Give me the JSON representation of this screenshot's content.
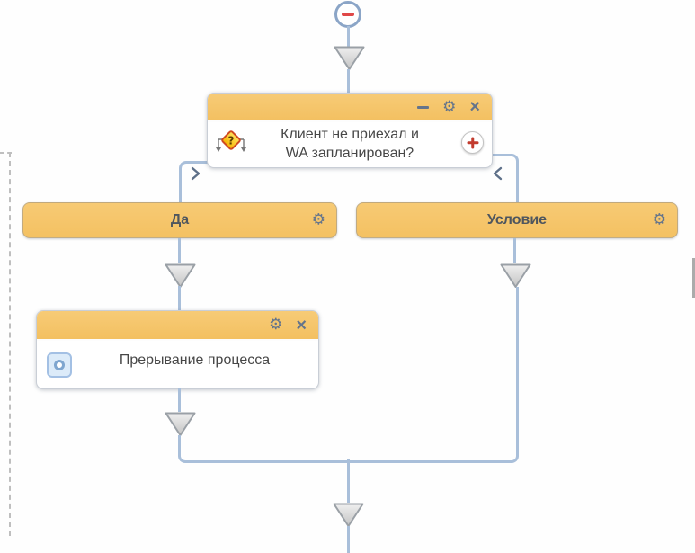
{
  "icons": {
    "settings": "⚙",
    "close": "×"
  },
  "colors": {
    "accent_orange": "#f5c468",
    "connector_blue": "#a9bfda",
    "icon_slate": "#64748b",
    "plus_red": "#c23b2e",
    "collapse_minus_red": "#e04848",
    "triangle_gray": "#c6c6c6"
  },
  "condition_block": {
    "title_line1": "Клиент не приехал и",
    "title_line2": "WA запланирован?"
  },
  "branches": {
    "yes_label": "Да",
    "condition_label": "Условие"
  },
  "terminate_block": {
    "title": "Прерывание процесса"
  }
}
